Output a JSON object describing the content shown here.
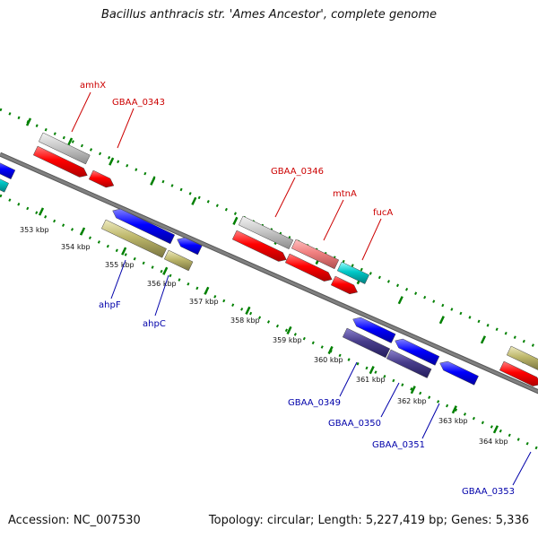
{
  "title": "Bacillus anthracis str. 'Ames Ancestor', complete genome",
  "footer": {
    "accession": "Accession: NC_007530",
    "summary": "Topology: circular; Length: 5,227,419 bp; Genes: 5,336"
  },
  "colors": {
    "cds_red": "#ff0000",
    "cds_blue": "#0000ff",
    "gene_grey": "#c8c8c8",
    "gene_pink": "#f08080",
    "gene_cyan": "#00c8c8",
    "gene_olive": "#bdb76b",
    "gene_navy": "#483d8b",
    "backbone": "#808080",
    "ticks": "#008000",
    "label_forward": "#cc0000",
    "label_reverse": "#0000aa"
  },
  "ruler_labels": [
    "353 kbp",
    "354 kbp",
    "355 kbp",
    "356 kbp",
    "357 kbp",
    "358 kbp",
    "359 kbp",
    "360 kbp",
    "361 kbp",
    "362 kbp",
    "363 kbp",
    "364 kbp"
  ],
  "forward_labels": [
    "amhX",
    "GBAA_0343",
    "GBAA_0346",
    "mtnA",
    "fucA"
  ],
  "reverse_labels": [
    "ahpF",
    "ahpC",
    "GBAA_0349",
    "GBAA_0350",
    "GBAA_0351",
    "GBAA_0353"
  ]
}
